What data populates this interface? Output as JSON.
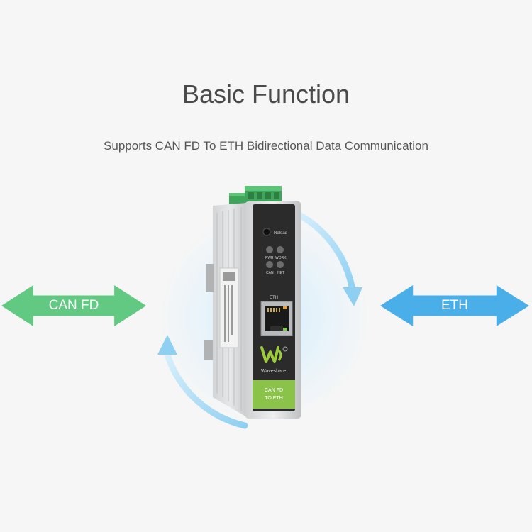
{
  "heading": {
    "title": "Basic Function",
    "subtitle": "Supports CAN FD To ETH Bidirectional Data Communication"
  },
  "arrows": {
    "left_label": "CAN FD",
    "right_label": "ETH",
    "left_color": "#61c981",
    "right_color": "#4aaee8"
  },
  "device": {
    "reload_label": "Reload",
    "led_labels": [
      "PWR",
      "WORK",
      "CAN",
      "NET"
    ],
    "port_label": "ETH",
    "brand": "Waveshare",
    "product_line1": "CAN FD",
    "product_line2": "TO ETH",
    "accent_color": "#8bc34a",
    "front_color": "#2b2b2b"
  }
}
